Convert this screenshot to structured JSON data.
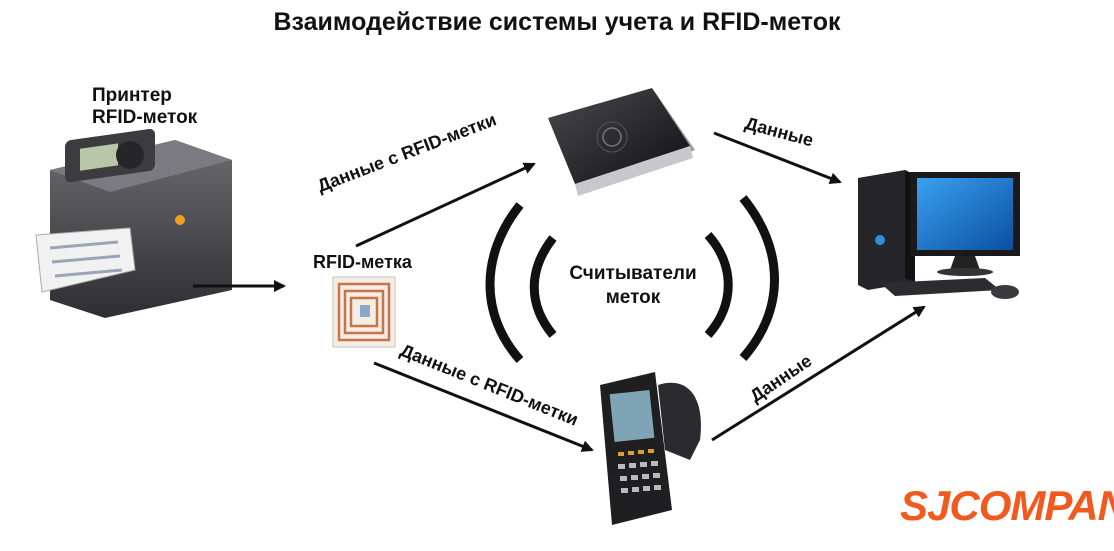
{
  "title": "Взаимодействие системы учета и RFID-меток",
  "printer": {
    "label_line1": "Принтер",
    "label_line2": "RFID-меток"
  },
  "tag": {
    "label": "RFID-метка"
  },
  "readers": {
    "label_line1": "Считыватели",
    "label_line2": "меток"
  },
  "flows": {
    "tag_to_reader_top": "Данные с RFID-метки",
    "tag_to_reader_bottom": "Данные с RFID-метки",
    "reader_top_to_pc": "Данные",
    "reader_bottom_to_pc": "Данные"
  },
  "brand": {
    "text": "SJCOMPANY"
  },
  "colors": {
    "brand": "#f05a1e",
    "pc_screen": "#1f7fd4",
    "tag_copper": "#c8744a"
  }
}
